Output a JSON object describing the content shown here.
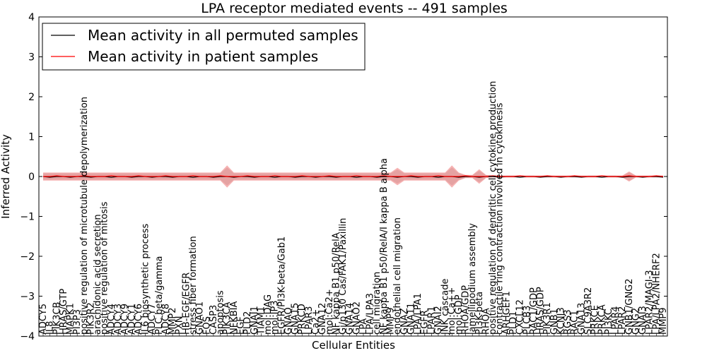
{
  "chart_data": {
    "type": "line",
    "title": "LPA receptor mediated events -- 491 samples",
    "xlabel": "Cellular Entities",
    "ylabel": "Inferred Activity",
    "ylim": [
      -4,
      4
    ],
    "yticks": [
      "4",
      "3",
      "2",
      "1",
      "0",
      "−1",
      "−2",
      "−3",
      "−4"
    ],
    "legend_position": "top-left",
    "colors": {
      "permuted": "#000000",
      "patient": "#ff0000",
      "band_patient": "#f08080",
      "band_permuted": "#b0b0b0"
    },
    "series": [
      {
        "name": "Mean activity in all permuted samples",
        "key": "permuted"
      },
      {
        "name": "Mean activity in patient samples",
        "key": "patient"
      }
    ],
    "entities": [
      "ADCY5",
      "IL8",
      "PIK3CB",
      "HRAS/GTP",
      "MAPK1",
      "PI3P3",
      "positive regulation of microtubule depolymerization",
      "PIK3R2",
      "arachidonic acid secretion",
      "positive regulation of mitosis",
      "ADCY4",
      "ADCY3",
      "ADCY9",
      "ADCY1",
      "ADCY6",
      "IL6 biosynthetic process",
      "ADCY7",
      "PLC beta/gamma",
      "ADCY8",
      "MMP2",
      "PXN",
      "HB-EGF/EGFR",
      "stress fiber formation",
      "GNAO1",
      "FOS",
      "CASP3",
      "apoptosis",
      "PIK3CA",
      "NFKBIA",
      "EGF",
      "PLD2",
      "GNAI1",
      "TIAM1",
      "mol:DAG",
      "mol:IP3",
      "EGFR/PI3K-beta/Gab1",
      "GNAQ",
      "GNA15",
      "PRKCD",
      "LPAR3",
      "Ca2+",
      "GNA12",
      "mol:Ca2+",
      "NF kappa B1 p50/RelA",
      "Gi/p130 Cas/FAK1/Paxillin",
      "GNA14",
      "GNAO2",
      "LPA",
      "LPA/LPA3",
      "cell migration",
      "NF kappa B1 p50/RelA/I kappa B alpha",
      "MMP9",
      "endothelial cell migration",
      "GNAZ",
      "GNA11",
      "LPA/LPA1",
      "EGFR",
      "LPAR1",
      "GNAI2",
      "JNK cascade",
      "mol:Ca++",
      "mol:GDP",
      "RHOA/GDP",
      "lamellipodium assembly",
      "PI3K-beta",
      "RHOA",
      "positive regulation of dendritic cell cytokine production",
      "contractile ring contraction involved in cytokinesis",
      "ARHGEF1",
      "PLD1",
      "CXCL12",
      "PLCB3",
      "RAC1/GDP",
      "HRAS/GDP",
      "PIK3R1",
      "GNB1",
      "KCNJ3",
      "RGS3",
      "RAC1",
      "GNA13",
      "SLC9A3R2",
      "PRKCE",
      "PRKCA",
      "PI3KC",
      "LPAR4",
      "LPAR2",
      "GNB1/GNG2",
      "GNG2",
      "GNAI3",
      "LPAR2/MAGI-3",
      "LPA/LPA2/NHERF2",
      "MMP9"
    ]
  }
}
